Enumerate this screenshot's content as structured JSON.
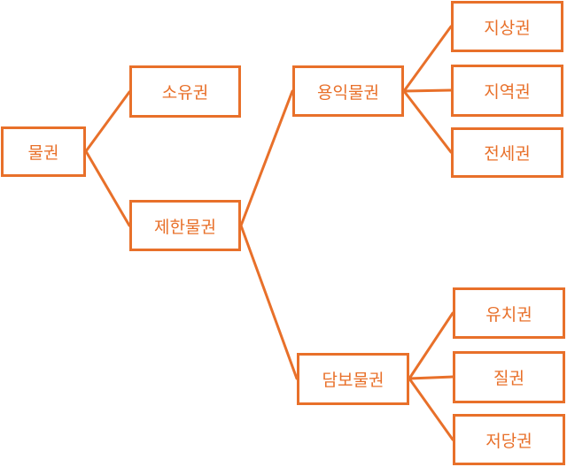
{
  "colors": {
    "accent": "#e8702a",
    "background": "#ffffff"
  },
  "tree": {
    "root": "물권",
    "ownership": "소유권",
    "limited": "제한물권",
    "usufruct": "용익물권",
    "security": "담보물권",
    "superficies": "지상권",
    "easement": "지역권",
    "jeonse": "전세권",
    "lien": "유치권",
    "pledge": "질권",
    "mortgage": "저당권"
  }
}
